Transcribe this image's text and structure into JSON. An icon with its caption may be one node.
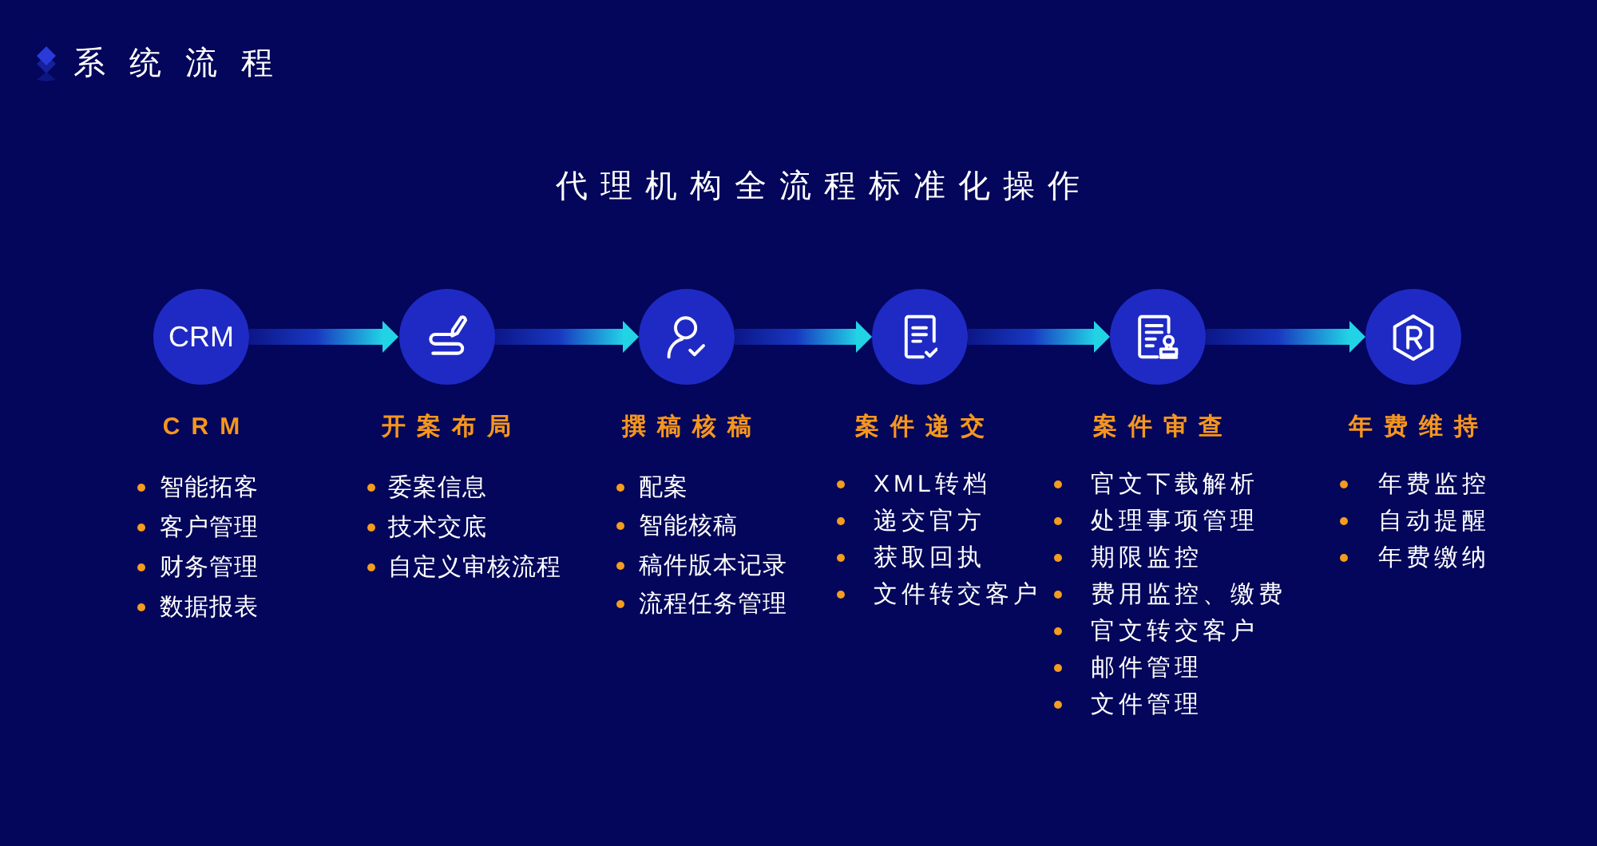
{
  "diagram": {
    "title": "系统流程",
    "nodes": [
      {
        "text": [
          "CRM",
          "CRM"
        ],
        "beside": [
          "智能拓客",
          "客户管理",
          "财务管理",
          "数据报表"
        ]
      },
      {
        "text": [
          "开案布局"
        ],
        "beside": [
          "委案信息",
          "技术交底",
          "自定义审核流程"
        ]
      },
      {
        "text": [
          "撰稿核稿"
        ],
        "beside": [
          "配案",
          "智能核稿",
          "稿件版本记录",
          "流程任务管理"
        ]
      },
      {
        "text": [
          "案件递交"
        ],
        "beside": [
          "XML转档",
          "递交官方",
          "获取回执",
          "文件转交客户"
        ]
      },
      {
        "text": [
          "案件审查"
        ],
        "beside": [
          "官文下载解析",
          "处理事项管理",
          "期限监控",
          "费用监控、缴费",
          "官文转交客户",
          "邮件管理",
          "文件管理"
        ]
      },
      {
        "text": [
          "年费维持"
        ],
        "beside": [
          "年费监控",
          "自动提醒",
          "年费缴纳"
        ]
      }
    ],
    "edges": [
      {
        "from": 0,
        "to": 1,
        "arrow": "to"
      },
      {
        "from": 1,
        "to": 2,
        "arrow": "to"
      },
      {
        "from": 2,
        "to": 3,
        "arrow": "to"
      },
      {
        "from": 3,
        "to": 4,
        "arrow": "to"
      },
      {
        "from": 4,
        "to": 5,
        "arrow": "to"
      }
    ],
    "labels": [
      "代理机构全流程标准化操作"
    ]
  }
}
